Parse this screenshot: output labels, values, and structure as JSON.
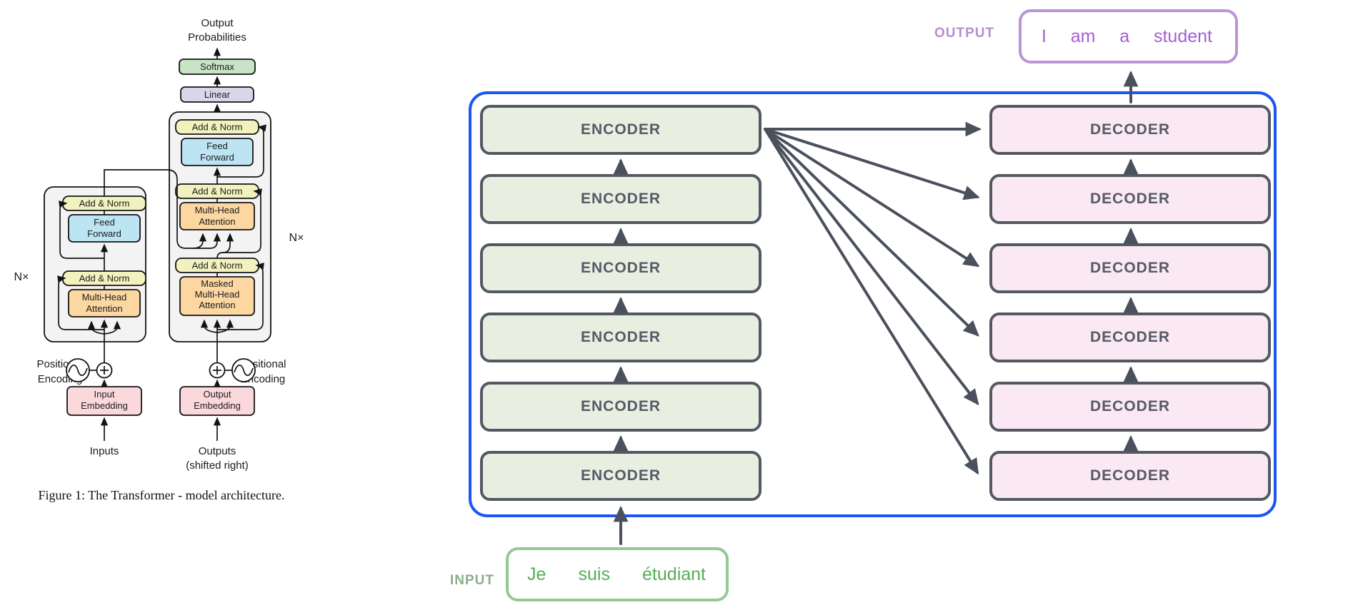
{
  "left_figure": {
    "output_probabilities": [
      "Output",
      "Probabilities"
    ],
    "softmax": "Softmax",
    "linear": "Linear",
    "add_norm": "Add & Norm",
    "feed_forward": [
      "Feed",
      "Forward"
    ],
    "multi_head_attention": [
      "Multi-Head",
      "Attention"
    ],
    "masked_multi_head_attention": [
      "Masked",
      "Multi-Head",
      "Attention"
    ],
    "nx": "N×",
    "positional_encoding": [
      "Positional",
      "Encoding"
    ],
    "input_embedding": [
      "Input",
      "Embedding"
    ],
    "output_embedding": [
      "Output",
      "Embedding"
    ],
    "inputs": "Inputs",
    "outputs": [
      "Outputs",
      "(shifted right)"
    ],
    "caption": "Figure 1: The Transformer - model architecture.",
    "colors": {
      "softmax": "#c8e3c5",
      "linear": "#d7d7e9",
      "add_norm": "#f2f2be",
      "feed_forward": "#bce4f2",
      "attention": "#fcd7a2",
      "embedding": "#fbd8dc",
      "container": "#f3f3f3",
      "line": "#141414"
    }
  },
  "right_diagram": {
    "output_label": "OUTPUT",
    "output_words": [
      "I",
      "am",
      "a",
      "student"
    ],
    "input_label": "INPUT",
    "input_words": [
      "Je",
      "suis",
      "étudiant"
    ],
    "encoders": [
      "ENCODER",
      "ENCODER",
      "ENCODER",
      "ENCODER",
      "ENCODER",
      "ENCODER"
    ],
    "decoders": [
      "DECODER",
      "DECODER",
      "DECODER",
      "DECODER",
      "DECODER",
      "DECODER"
    ],
    "colors": {
      "container_border": "#1a56f3",
      "arrow": "#4a505c",
      "box_border": "#535962",
      "encoder_fill": "#e8efe1",
      "decoder_fill": "#fae8f2",
      "box_label": "#555b66",
      "output_label": "#b48fd0",
      "output_border": "#bd93d8",
      "output_text": "#a55fd6",
      "input_label": "#8aae8c",
      "input_border": "#94c897",
      "input_text": "#55ad57"
    }
  }
}
